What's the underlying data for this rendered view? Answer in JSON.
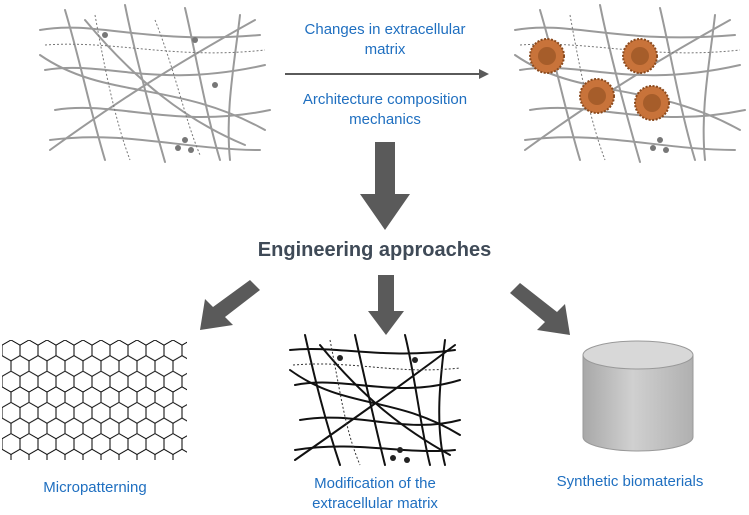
{
  "labels": {
    "top_change": "Changes in extracellular\nmatrix",
    "top_arch": "Architecture composition\nmechanics",
    "center_title": "Engineering approaches",
    "micropatterning": "Micropatterning",
    "modification": "Modification of the\nextracellular matrix",
    "synthetic": "Synthetic biomaterials"
  },
  "colors": {
    "label_blue": "#1f6fc0",
    "arrow_gray": "#5a5a5a",
    "fiber_gray": "#9a9a9a",
    "cell_orange": "#c8733a",
    "cylinder_gray": "#bfbfbf"
  }
}
